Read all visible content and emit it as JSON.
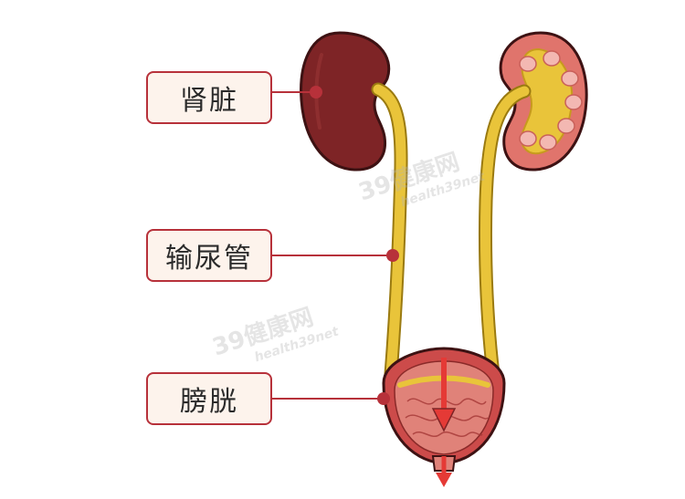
{
  "labels": {
    "kidney": "肾脏",
    "ureter": "输尿管",
    "bladder": "膀胱"
  },
  "watermark": {
    "brand": "39健康网",
    "domain": "health39net"
  },
  "colors": {
    "leader_line": "#b7313a",
    "label_border": "#b7313a",
    "label_fill": "#fdf3ec",
    "kidney_dark": "#7e2426",
    "kidney_light": "#e0746c",
    "ureter": "#e9c43a",
    "bladder": "#cc4b4a",
    "arrow": "#e53a36"
  }
}
